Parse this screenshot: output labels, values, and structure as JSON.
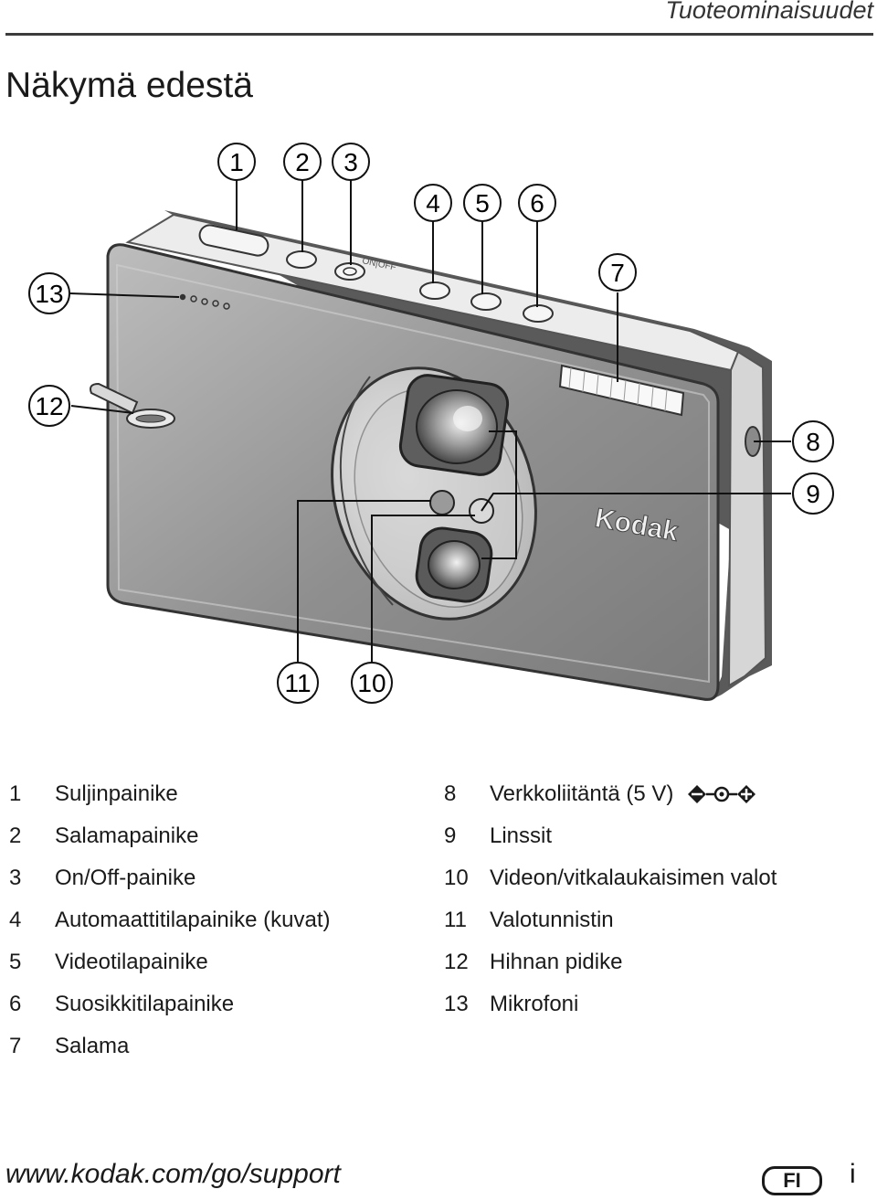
{
  "header": {
    "section_title": "Tuoteominaisuudet"
  },
  "page": {
    "title": "Näkymä edestä"
  },
  "figure": {
    "brand_text": "Kodak",
    "switch_label": "ON|OFF",
    "callouts": [
      "1",
      "2",
      "3",
      "4",
      "5",
      "6",
      "7",
      "8",
      "9",
      "10",
      "11",
      "12",
      "13"
    ]
  },
  "legend": {
    "left": [
      {
        "num": "1",
        "label": "Suljinpainike"
      },
      {
        "num": "2",
        "label": "Salamapainike"
      },
      {
        "num": "3",
        "label": "On/Off-painike"
      },
      {
        "num": "4",
        "label": "Automaattitilapainike (kuvat)"
      },
      {
        "num": "5",
        "label": "Videotilapainike"
      },
      {
        "num": "6",
        "label": "Suosikkitilapainike"
      },
      {
        "num": "7",
        "label": "Salama"
      }
    ],
    "right": [
      {
        "num": "8",
        "label": "Verkkoliitäntä (5 V)"
      },
      {
        "num": "9",
        "label": "Linssit"
      },
      {
        "num": "10",
        "label": "Videon/vitkalaukaisimen valot"
      },
      {
        "num": "11",
        "label": "Valotunnistin"
      },
      {
        "num": "12",
        "label": "Hihnan pidike"
      },
      {
        "num": "13",
        "label": "Mikrofoni"
      }
    ]
  },
  "footer": {
    "url": "www.kodak.com/go/support",
    "language": "FI",
    "page_number": "i"
  }
}
